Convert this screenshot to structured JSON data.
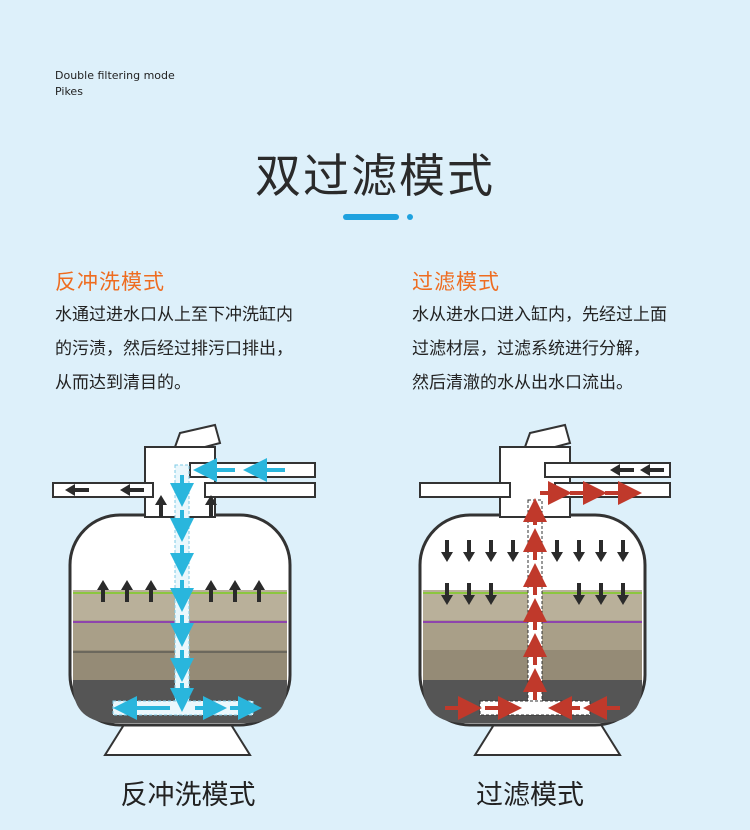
{
  "header": {
    "subtitle_en": "Double filtering mode",
    "subtitle_brand": "Pikes"
  },
  "title": "双过滤模式",
  "colors": {
    "accent": "#1fa2df",
    "section_title": "#ee6c20",
    "backwash_arrow": "#29b6dd",
    "filter_arrow": "#c0392b",
    "dark_arrow": "#2b2b2b"
  },
  "backwash": {
    "heading": "反冲洗模式",
    "lines": [
      "水通过进水口从上至下冲洗缸内",
      "的污渍，然后经过排污口排出，",
      "从而达到清目的。"
    ],
    "caption": "反冲洗模式"
  },
  "filtering": {
    "heading": "过滤模式",
    "lines": [
      "水从进水口进入缸内，先经过上面",
      "过滤材层，过滤系统进行分解，",
      "然后清澈的水从出水口流出。"
    ],
    "caption": "过滤模式"
  }
}
